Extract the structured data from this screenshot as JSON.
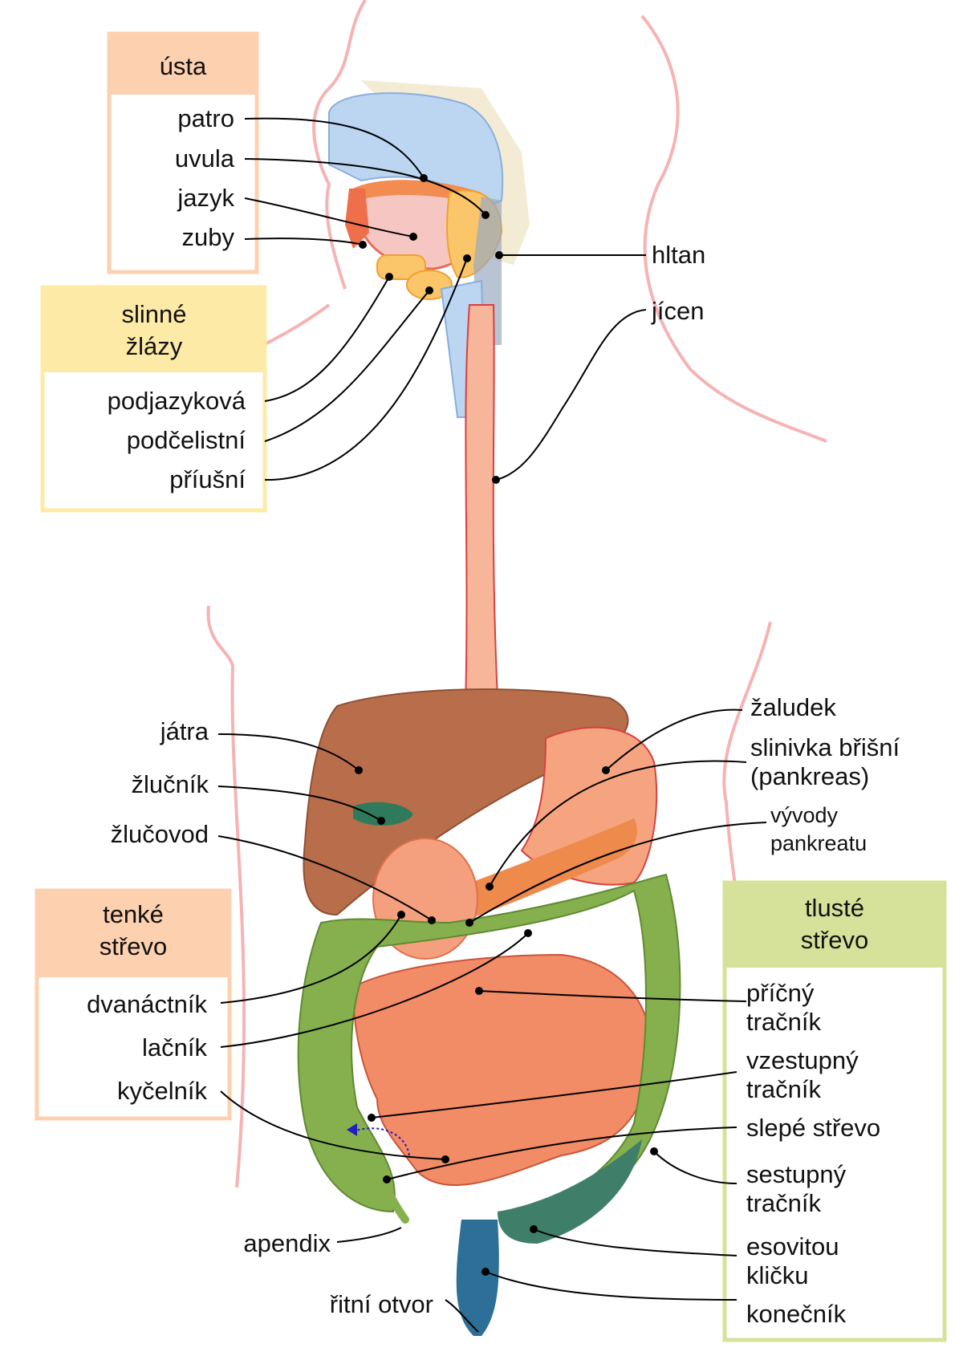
{
  "groups": {
    "usta": {
      "title": "ústa",
      "items": {
        "patro": "patro",
        "uvula": "uvula",
        "jazyk": "jazyk",
        "zuby": "zuby"
      },
      "header_color": "#fdd0b0",
      "border_color": "#fdd0b0"
    },
    "slinne": {
      "title_line1": "slinné",
      "title_line2": "žlázy",
      "items": {
        "podjazykova": "podjazyková",
        "podcelistni": "podčelistní",
        "priusni": "příušní"
      },
      "header_color": "#fdeaa6",
      "border_color": "#fdeaa6"
    },
    "tenke": {
      "title_line1": "tenké",
      "title_line2": "střevo",
      "items": {
        "dvanactnik": "dvanáctník",
        "lacnik": "lačník",
        "kycelnik": "kyčelník"
      },
      "header_color": "#fdd0b0",
      "border_color": "#fdd0b0"
    },
    "tluste": {
      "title_line1": "tlusté",
      "title_line2": "střevo",
      "items": {
        "pricny_1": "příčný",
        "pricny_2": "tračník",
        "vzestupny_1": "vzestupný",
        "vzestupny_2": "tračník",
        "slepe": "slepé střevo",
        "sestupny_1": "sestupný",
        "sestupny_2": "tračník",
        "esovitou_1": "esovitou",
        "esovitou_2": "kličku",
        "konecnik": "konečník"
      },
      "header_color": "#d6e29a",
      "border_color": "#d6e29a"
    }
  },
  "labels": {
    "hltan": "hltan",
    "jicen": "jícen",
    "jatra": "játra",
    "zlucnik": "žlučník",
    "zlucovod": "žlučovod",
    "zaludek": "žaludek",
    "slinivka_1": "slinivka břišní",
    "slinivka_2": "(pankreas)",
    "vyvody_1": "vývody",
    "vyvody_2": "pankreatu",
    "apendix": "apendix",
    "ritni": "řitní otvor"
  },
  "colors": {
    "body_outline": "#f6b3b3",
    "esophagus": "#f7b59a",
    "liver": "#b86e4b",
    "stomach": "#f5a47f",
    "small_intestine": "#f28c66",
    "large_intestine": "#86b04e",
    "gallbladder": "#2f7a5c",
    "rectum": "#2e6f98",
    "palate": "#bcd6f2",
    "salivary": "#fbc66a",
    "tongue": "#f6c7c2"
  }
}
